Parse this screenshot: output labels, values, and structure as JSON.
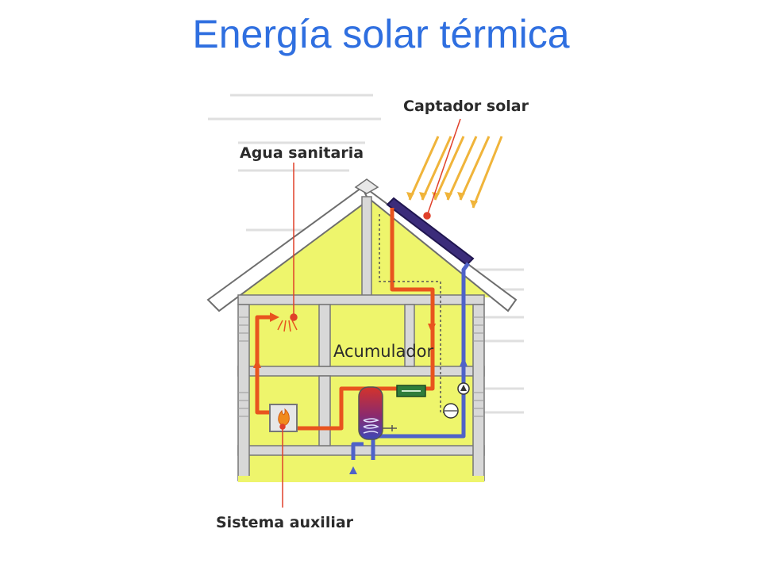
{
  "title": "Energía solar térmica",
  "labels": {
    "collector": "Captador solar",
    "sanitary_water": "Agua sanitaria",
    "accumulator": "Acumulador",
    "auxiliary": "Sistema auxiliar"
  },
  "colors": {
    "title": "#2f6fe0",
    "wall": "#eef56c",
    "hot_pipe": "#e8541e",
    "cold_pipe": "#4f62c8",
    "callout": "#e0402a",
    "sun_rays": "#f0b43a",
    "collector_panel": "#3b2c7a"
  }
}
